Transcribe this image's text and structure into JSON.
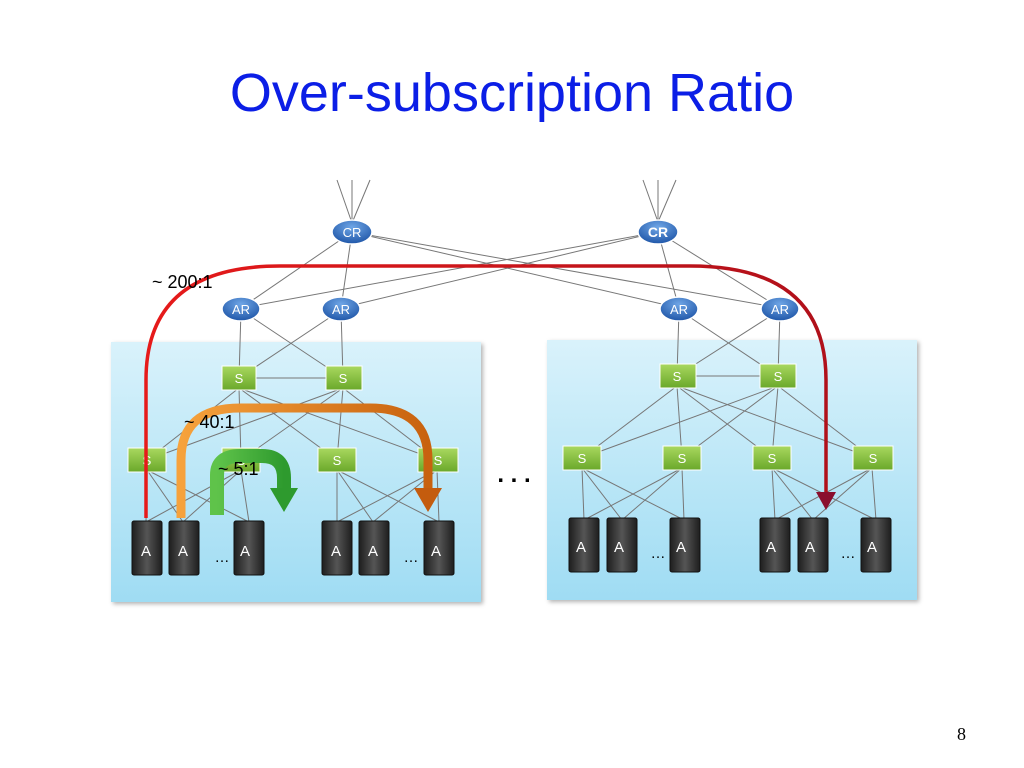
{
  "slide": {
    "title": "Over-subscription Ratio",
    "page_number": "8"
  },
  "diagram": {
    "core_router_labels": [
      "CR",
      "CR"
    ],
    "access_router_labels": [
      "AR",
      "AR",
      "AR",
      "AR"
    ],
    "switch_label": "S",
    "host_label": "A",
    "ellipsis": "…",
    "pods_ellipsis": ". . .",
    "ratios": {
      "core": "~ 200:1",
      "aggregation": "~ 40:1",
      "tor": "~ 5:1"
    },
    "colors": {
      "title": "#0b1ee6",
      "pod_background": "#bfe9f7",
      "router": "#2a6bc4",
      "switch": "#86c43a",
      "host": "#333333",
      "arrow_200": "#d4141c",
      "arrow_40": "#f08a1c",
      "arrow_5": "#3aa83a"
    }
  }
}
